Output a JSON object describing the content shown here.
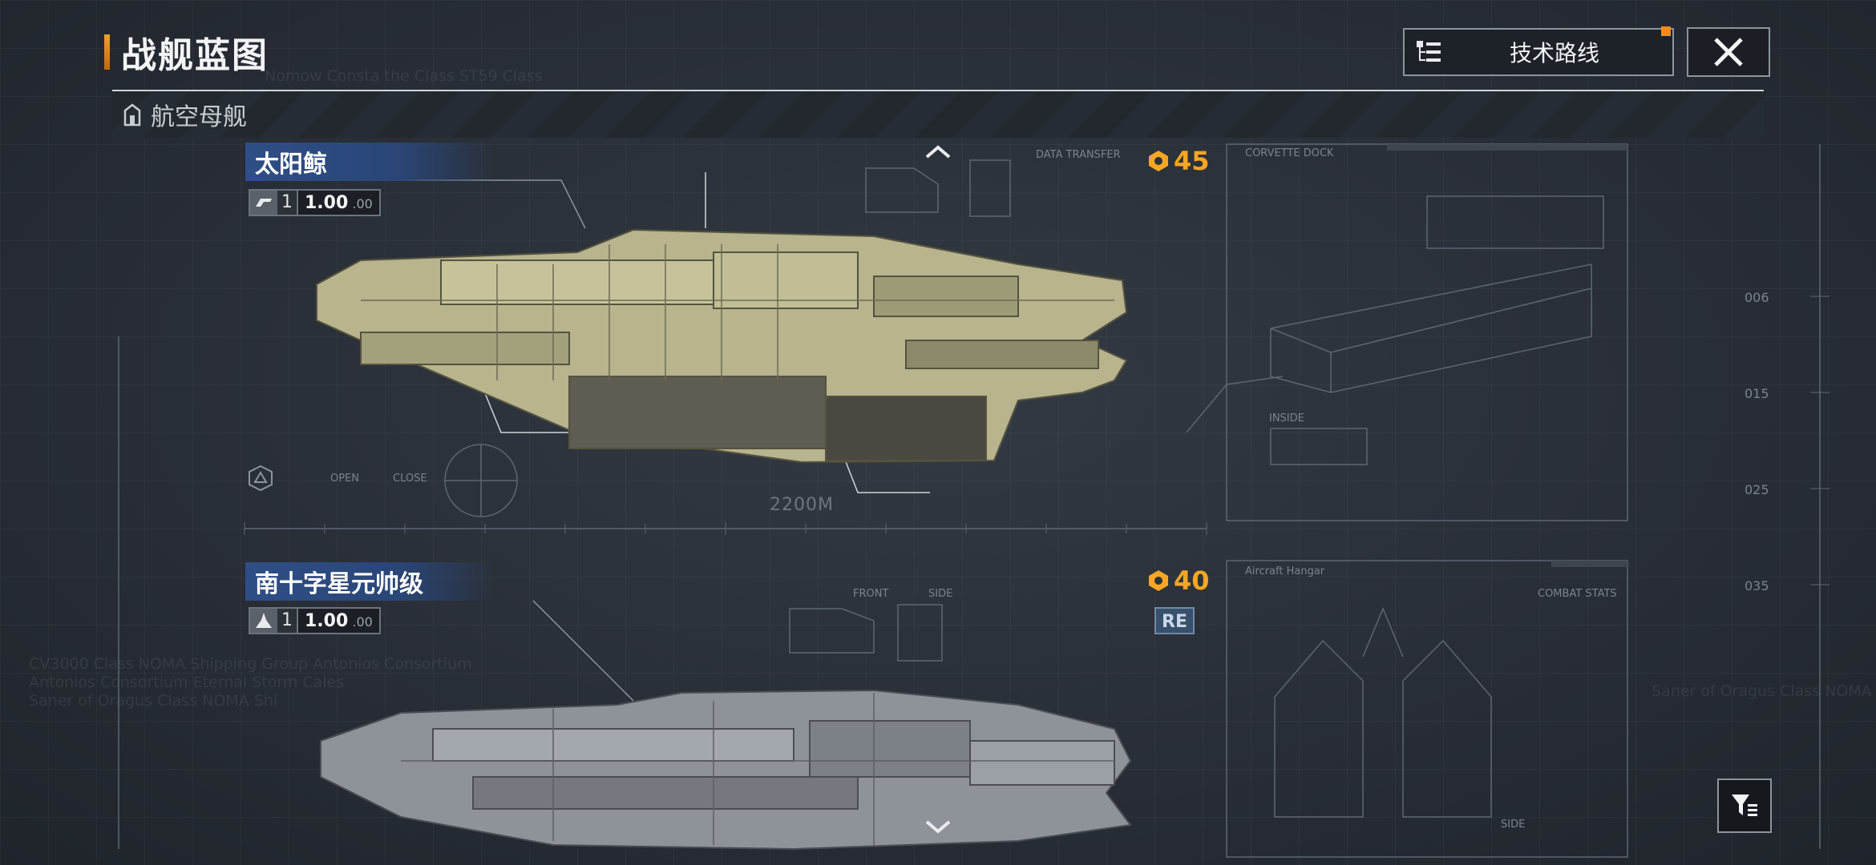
{
  "header": {
    "title": "战舰蓝图",
    "tech_route_label": "技术路线"
  },
  "category": {
    "label": "航空母舰"
  },
  "background_text": {
    "top": "Nomow Consta the Class  ST59 Class",
    "left_lines": [
      "CV3000 Class NOMA Shipping Group Antonios Consortium",
      "Antonios Consortium Eternal Storm Cales",
      "Saner of Oragus Class NOMA Shi"
    ],
    "right": "Saner of Oragus Class NOMA Shi"
  },
  "ships": [
    {
      "name": "太阳鲸",
      "level": "1",
      "stat_value": "1.00",
      "stat_suffix": "00",
      "cost": "45",
      "hull_color": "#b7b48e"
    },
    {
      "name": "南十字星元帅级",
      "level": "1",
      "stat_value": "1.00",
      "stat_suffix": "00",
      "cost": "40",
      "badge": "RE",
      "hull_color": "#8e9399"
    }
  ],
  "blueprint": {
    "scale": "2200M",
    "labels": {
      "corvette_dock": "CORVETTE DOCK",
      "data_transfer": "DATA TRANSFER",
      "inside": "INSIDE",
      "open": "OPEN",
      "close": "CLOSE",
      "aircraft_hangar": "Aircraft Hangar",
      "combat_stats": "COMBAT STATS",
      "front": "FRONT",
      "side": "SIDE",
      "side_bottom": "SIDE",
      "ruler_1": "006",
      "ruler_2": "015",
      "ruler_3": "025",
      "ruler_4": "035"
    }
  },
  "colors": {
    "accent": "#f5a623",
    "name_bar": "#2f4e86",
    "background": "#2a3038"
  }
}
